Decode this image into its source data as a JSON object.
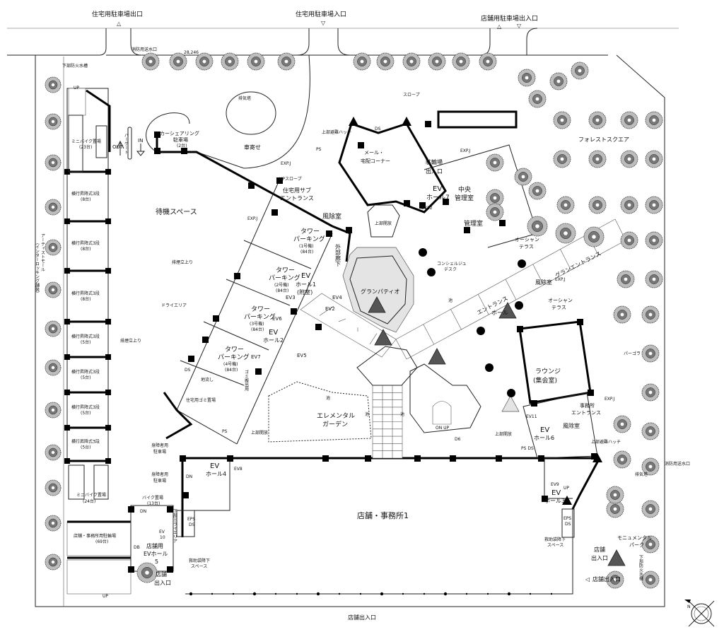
{
  "title": "店舗・事務所1 配置図",
  "site": {
    "res_parking_exit": "住宅用駐車場出口",
    "res_parking_entrance": "住宅用駐車場入口",
    "shop_parking_gate": "店舗用駐車場出入口",
    "fire_inlet_top": "消防用送水口",
    "level_mark": "28,246",
    "fire_tank_top": "下部防火水槽",
    "slope": "スロープ",
    "forest_square": "フォレストスクエア",
    "exhaust_tower": "排気塔",
    "drop_off": "車寄せ",
    "artist_mall": "アーティストモール",
    "artist_mall_note": "（インターロッキング舗装）",
    "waiting_space": "待機スペース",
    "smoke_riser": "排煙立上り",
    "dry_area": "ドライエリア",
    "pergola": "パーゴラ",
    "fire_inlet_right": "消防用送水口",
    "exhaust_tower_right": "排気塔",
    "monumental_park_1": "モニュメンタル",
    "monumental_park_2": "パーク",
    "fire_tank_right": "下部防火水槽",
    "shop_entrance_bottom": "店舗出入口",
    "shop_entrance_right": "店舗出入口",
    "shop_entrance_right2_1": "店舗",
    "shop_entrance_right2_2": "出入口"
  },
  "parking_strip": {
    "stair_up": "UP",
    "minibike_1": "ミニバイク置場",
    "minibike_1_count": "(23台)",
    "out": "OUT",
    "bar_gate": "バーゲート",
    "in": "IN",
    "carshare_1": "カーシェアリング",
    "carshare_2": "駐車場",
    "carshare_3": "(2台)",
    "lifts": [
      {
        "label": "横行昇降式3段",
        "count": "(8台)"
      },
      {
        "label": "横行昇降式3段",
        "count": "(8台)"
      },
      {
        "label": "横行昇降式3段",
        "count": "(8台)"
      },
      {
        "label": "横行昇降式3段",
        "count": "(5台)"
      },
      {
        "label": "横行昇降式3段",
        "count": "(5台)"
      },
      {
        "label": "横行昇降式3段",
        "count": "(5台)"
      },
      {
        "label": "横行昇降式3段",
        "count": "(5台)"
      }
    ],
    "minibike_2": "ミニバイク置場",
    "minibike_2_count": "(24台)",
    "bicycle_1": "店舗・事務所用駐輪場",
    "bicycle_1_count": "(69台)",
    "bike": "バイク置場",
    "bike_count": "(13台)",
    "bottom_up": "UP"
  },
  "residential": {
    "upper_hatch": "上部避難ハッチ",
    "ds": "DS",
    "ps": "PS",
    "mail_1": "メール・",
    "mail_2": "宅配コーナー",
    "bicycle_entrance_1": "駐輪場",
    "bicycle_entrance_2": "出入口",
    "ev_hall7_1": "EV",
    "ev_hall7_2": "ホール7",
    "central_mgmt_1": "中央",
    "central_mgmt_2": "管理室",
    "ev12": "EV12",
    "expj": "EXP.J",
    "up_slope": "UPスロープ",
    "sub_entrance_1": "住宅用サブ",
    "sub_entrance_2": "エントランス",
    "vestibule": "風除室",
    "open_above": "上部開放",
    "mgmt_office": "管理室",
    "concierge_1": "コンシェルジュ",
    "concierge_2": "デスク",
    "ocean_terrace_1": "オーシャン",
    "ocean_terrace_2": "テラス",
    "grand_entrance": "グランエントランス",
    "vestibule_2": "風除室",
    "entrance_hall_1": "エントランス",
    "entrance_hall_2": "ホール",
    "pond": "池",
    "grand_patio": "グランパティオ",
    "external_corridor": "外部廊下",
    "ev_hall1_1": "EV",
    "ev_hall1_2": "ホール1",
    "ev_hall1_3": "(附室)",
    "ev_hall2_1": "EV",
    "ev_hall2_2": "ホール2",
    "ev3": "EV3",
    "ev4": "EV4",
    "ev2": "EV2",
    "ev6": "EV6",
    "ev5": "EV5",
    "ev7": "EV7",
    "garbage": "住宅用ゴミ置場",
    "floor_drain": "地流し",
    "garbage_lift": "ゴミ搬出用",
    "elemental_garden_1": "エレメンタル",
    "elemental_garden_2": "ガーデン",
    "on_up": "ON UP",
    "d6": "D6",
    "lounge_1": "ラウンジ",
    "lounge_2": "(集会室)",
    "office_entrance_1": "事務所",
    "office_entrance_2": "エントランス",
    "ev11": "EV11",
    "ev_hall6_1": "EV",
    "ev_hall6_2": "ホール6",
    "ps_ds": "PS DS"
  },
  "tower_parking": [
    {
      "name_1": "タワー",
      "name_2": "パーキング",
      "unit": "(1号機)",
      "count": "(84台)"
    },
    {
      "name_1": "タワー",
      "name_2": "パーキング",
      "unit": "(2号機)",
      "count": "(84台)"
    },
    {
      "name_1": "タワー",
      "name_2": "パーキング",
      "unit": "(3号機)",
      "count": "(84台)"
    },
    {
      "name_1": "タワー",
      "name_2": "パーキング",
      "unit": "(4号機)",
      "count": "(84台)"
    }
  ],
  "retail": {
    "accessible_parking_1": "身障者用",
    "accessible_parking_2": "駐車場",
    "ev_hall4_1": "EV",
    "ev_hall4_2": "ホール4",
    "ev8": "EV8",
    "ev9": "EV9",
    "ev_hall3_1": "EV",
    "ev_hall3_2": "ホール3",
    "eps_ds_1": "EPS",
    "eps_ds_2": "DS",
    "main_label": "店舗・事務所1",
    "ev10_1": "EV",
    "ev10_2": "10",
    "ev_hall5_1": "店舗用",
    "ev_hall5_2": "EVホール",
    "ev_hall5_3": "5",
    "db": "DB",
    "lower_dry_area": "下部ドライエリア",
    "rescue_bag_1": "救助袋降下",
    "rescue_bag_2": "スペース",
    "shop_entrance_1": "店舗",
    "shop_entrance_2": "出入口",
    "dn": "DN",
    "up": "UP"
  },
  "compass": {
    "north_label": "N"
  }
}
